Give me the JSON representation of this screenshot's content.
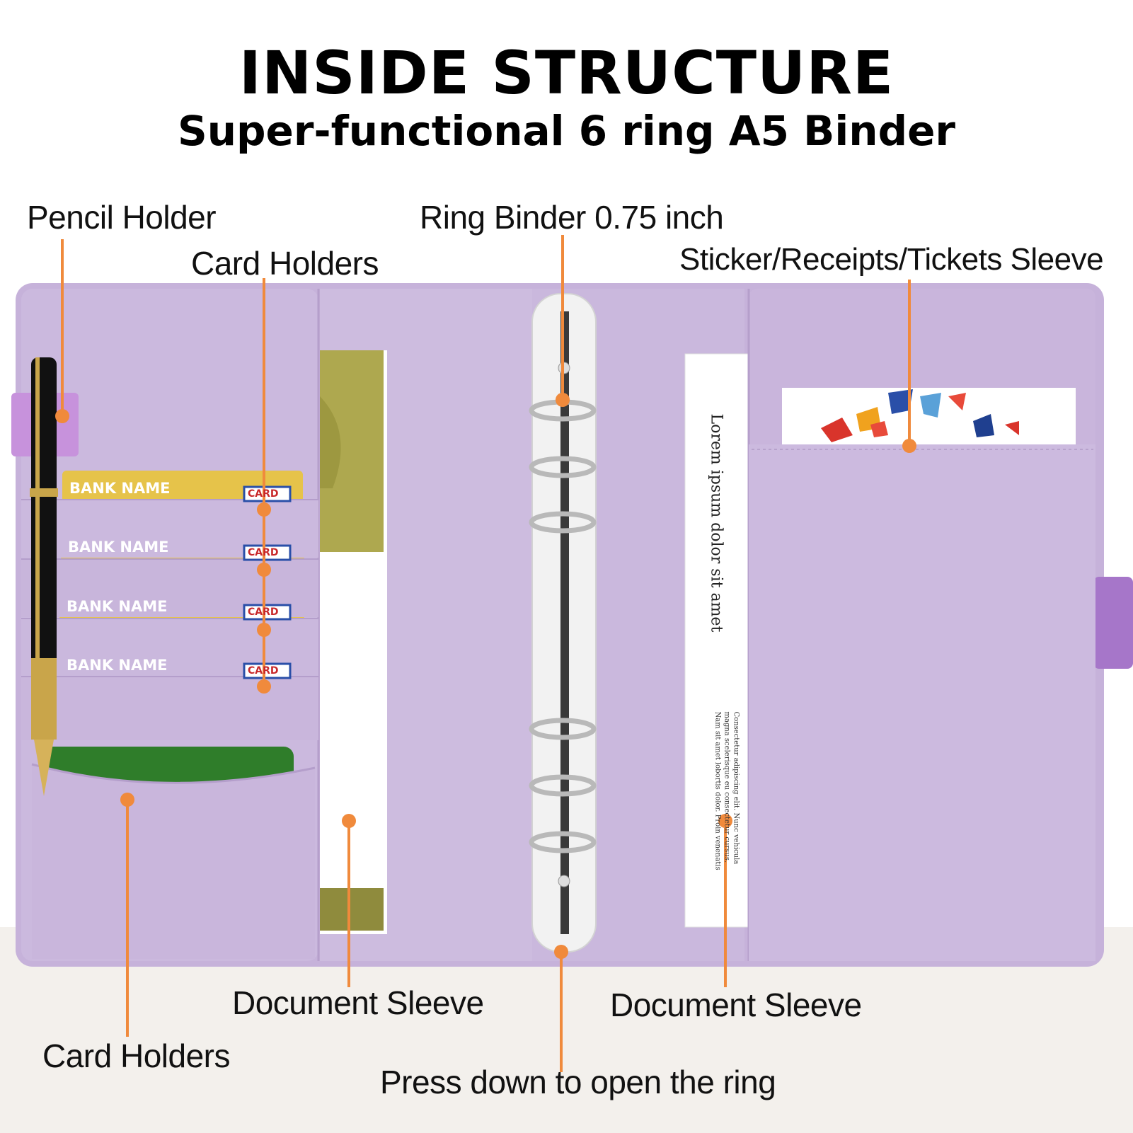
{
  "header": {
    "title": "INSIDE STRUCTURE",
    "subtitle": "Super-functional 6 ring A5 Binder"
  },
  "callouts": {
    "pencil_holder": "Pencil Holder",
    "card_holders_top": "Card Holders",
    "ring_binder": "Ring Binder 0.75 inch",
    "sticker_sleeve": "Sticker/Receipts/Tickets Sleeve",
    "document_sleeve_left": "Document Sleeve",
    "document_sleeve_right": "Document Sleeve",
    "card_holders_bottom": "Card Holders",
    "press_down": "Press down to open the ring"
  },
  "cards": [
    {
      "bank": "BANK NAME",
      "tag": "CARD"
    },
    {
      "bank": "BANK NAME",
      "tag": "CARD"
    },
    {
      "bank": "BANK NAME",
      "tag": "CARD"
    },
    {
      "bank": "BANK NAME",
      "tag": "CARD"
    }
  ],
  "document": {
    "heading": "Lorem ipsum dolor sit amet",
    "body_line1": "Consectetur adipiscing elit. Nunc vehicula",
    "body_line2": "magna scelerisque eu consectetur cursus.",
    "body_line3": "Nam sit amet lobortis dolor. Proin venenatis"
  },
  "colors": {
    "binder": "#c9b6dc",
    "binder_dark": "#b9a3cf",
    "accent": "#f08a3c",
    "card_gold": "#e6c34a",
    "green_card": "#2f7d2a",
    "olive_sleeve": "#a9a24a"
  }
}
